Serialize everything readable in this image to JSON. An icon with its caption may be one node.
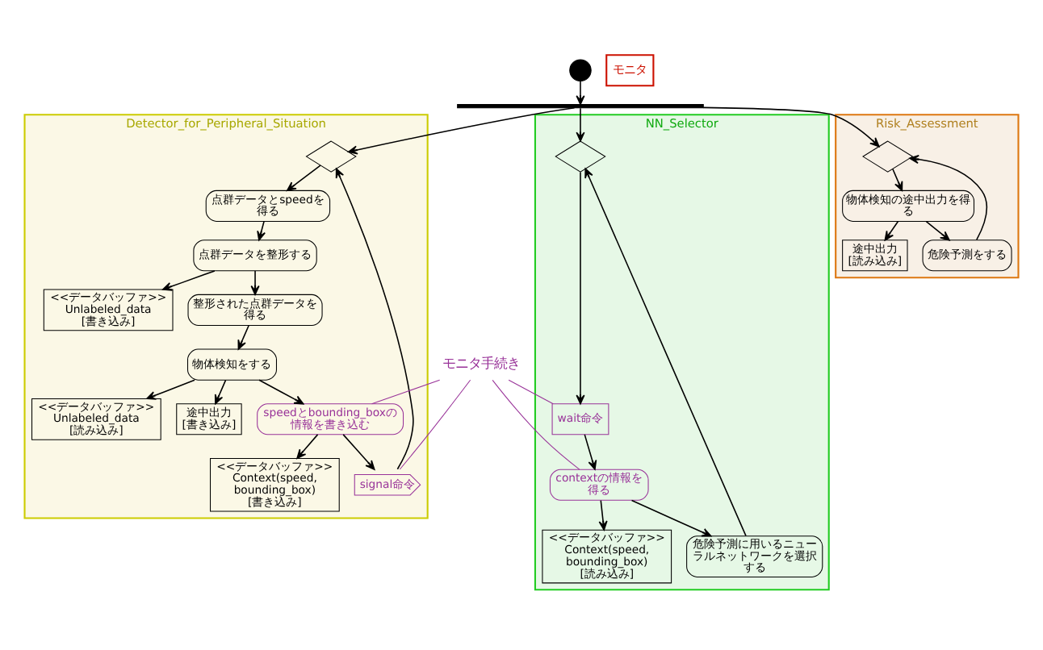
{
  "diagram": {
    "nodes": [
      {
        "text": [],
        "shape": "circle"
      },
      {
        "text": [],
        "shape": "bar"
      },
      {
        "text": [
          "Detector_for_Peripheral_Situation"
        ]
      },
      {
        "text": [
          "NN_Selector"
        ]
      },
      {
        "text": [
          "Risk_Assessment"
        ]
      },
      {
        "text": [],
        "shape": "diamond",
        "in": 2
      },
      {
        "text": [
          "点群データとspeedを得る"
        ],
        "in": 2
      },
      {
        "text": [
          "<<データバッファ>>",
          "Unlabeled_data",
          "[書き込み]"
        ],
        "in": 2
      },
      {
        "text": [
          "点群データを整形する"
        ],
        "in": 2
      },
      {
        "text": [
          "<<データバッファ>>",
          "Unlabeled_data",
          "[読み込み]"
        ],
        "in": 2
      },
      {
        "text": [
          "整形された点群データを得る"
        ],
        "in": 2
      },
      {
        "text": [
          "物体検知をする"
        ],
        "in": 2
      },
      {
        "text": [
          "途中出力",
          "[書き込み]"
        ],
        "in": 2
      },
      {
        "text": [
          "speedとbounding_boxの情報を書き込む"
        ],
        "in": 2
      },
      {
        "text": [
          "<<データバッファ>>",
          "Context(speed, bounding_box)",
          "[書き込み]"
        ],
        "in": 2
      },
      {
        "text": [
          "signal命令"
        ],
        "in": 2
      },
      {
        "text": [],
        "shape": "diamond",
        "in": 3
      },
      {
        "text": [
          "wait命令"
        ],
        "in": 3
      },
      {
        "text": [
          "contextの情報を得る"
        ],
        "in": 3
      },
      {
        "text": [
          "<<データバッファ>>",
          "Context(speed, bounding_box)",
          "[読み込み]"
        ],
        "in": 3
      },
      {
        "text": [
          "危険予測に用いるニューラルネットワークを選択する"
        ],
        "in": 3
      },
      {
        "text": [],
        "shape": "diamond",
        "in": 4
      },
      {
        "text": [
          "物体検知の途中出力を得る"
        ],
        "in": 4
      },
      {
        "text": [
          "途中出力",
          "[読み込み]"
        ],
        "in": 4
      },
      {
        "text": [
          "危険予測をする"
        ],
        "in": 4
      },
      {
        "text": [
          "モニタ"
        ]
      },
      {
        "text": [
          "モニタ手続き"
        ]
      }
    ],
    "edges": [
      {
        "from": 0,
        "to": 1,
        "arrow": "to"
      },
      {
        "from": 1,
        "to": 5,
        "arrow": "to"
      },
      {
        "from": 1,
        "to": 16,
        "arrow": "to"
      },
      {
        "from": 1,
        "to": 21,
        "arrow": "to"
      },
      {
        "from": 5,
        "to": 6,
        "arrow": "to"
      },
      {
        "from": 6,
        "to": 8,
        "arrow": "to"
      },
      {
        "from": 8,
        "to": 7,
        "arrow": "to"
      },
      {
        "from": 8,
        "to": 10,
        "arrow": "to"
      },
      {
        "from": 10,
        "to": 11,
        "arrow": "to"
      },
      {
        "from": 11,
        "to": 9,
        "arrow": "to"
      },
      {
        "from": 11,
        "to": 12,
        "arrow": "to"
      },
      {
        "from": 11,
        "to": 13,
        "arrow": "to"
      },
      {
        "from": 13,
        "to": 14,
        "arrow": "to"
      },
      {
        "from": 13,
        "to": 15,
        "arrow": "to"
      },
      {
        "from": 15,
        "to": 5,
        "arrow": "to"
      },
      {
        "from": 16,
        "to": 17,
        "arrow": "to"
      },
      {
        "from": 17,
        "to": 18,
        "arrow": "to"
      },
      {
        "from": 18,
        "to": 19,
        "arrow": "to"
      },
      {
        "from": 18,
        "to": 20,
        "arrow": "to"
      },
      {
        "from": 20,
        "to": 16,
        "arrow": "to"
      },
      {
        "from": 21,
        "to": 22,
        "arrow": "to"
      },
      {
        "from": 22,
        "to": 23,
        "arrow": "to"
      },
      {
        "from": 22,
        "to": 24,
        "arrow": "to"
      },
      {
        "from": 24,
        "to": 21,
        "arrow": "to"
      },
      {
        "from": 26,
        "to": 17,
        "arrow": "none",
        "color": "#993399"
      },
      {
        "from": 26,
        "to": 18,
        "arrow": "none",
        "color": "#993399"
      },
      {
        "from": 26,
        "to": 13,
        "arrow": "none",
        "color": "#993399"
      },
      {
        "from": 26,
        "to": 15,
        "arrow": "none",
        "color": "#993399"
      }
    ]
  }
}
